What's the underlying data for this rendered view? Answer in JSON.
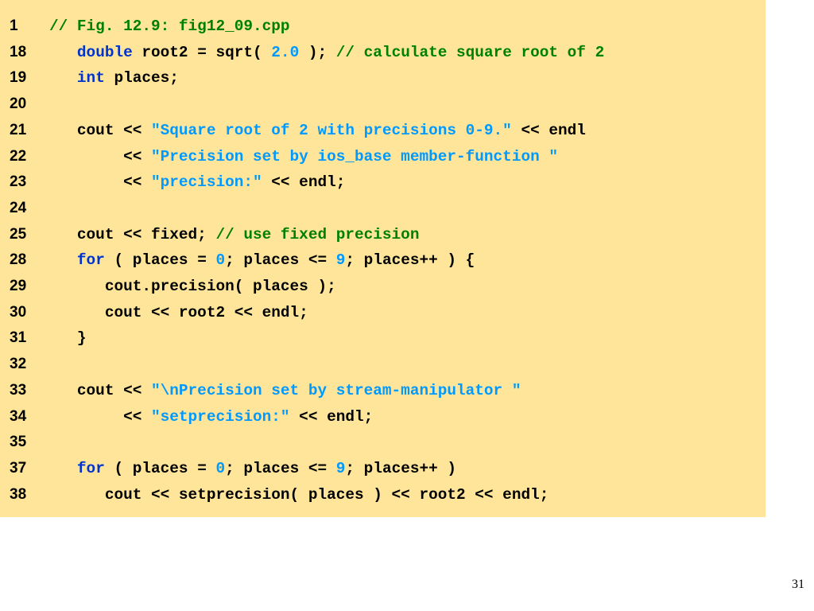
{
  "colors": {
    "background": "#FFE599",
    "keyword": "#0033CC",
    "comment": "#008000",
    "string": "#0099FF",
    "number": "#0099FF"
  },
  "lines": [
    {
      "n": "1",
      "tokens": [
        {
          "t": "// Fig. 12.9: fig12_09.cpp",
          "c": "cm"
        }
      ]
    },
    {
      "n": "18",
      "tokens": [
        {
          "t": "   "
        },
        {
          "t": "double",
          "c": "kw"
        },
        {
          "t": " root2 = sqrt( "
        },
        {
          "t": "2.0",
          "c": "num"
        },
        {
          "t": " ); "
        },
        {
          "t": "// calculate square root of 2",
          "c": "cm"
        }
      ]
    },
    {
      "n": "19",
      "tokens": [
        {
          "t": "   "
        },
        {
          "t": "int",
          "c": "kw"
        },
        {
          "t": " places;"
        }
      ]
    },
    {
      "n": "20",
      "tokens": []
    },
    {
      "n": "21",
      "tokens": [
        {
          "t": "   cout << "
        },
        {
          "t": "\"Square root of 2 with precisions 0-9.\"",
          "c": "str"
        },
        {
          "t": " << endl"
        }
      ]
    },
    {
      "n": "22",
      "tokens": [
        {
          "t": "        << "
        },
        {
          "t": "\"Precision set by ios_base member-function \"",
          "c": "str"
        }
      ]
    },
    {
      "n": "23",
      "tokens": [
        {
          "t": "        << "
        },
        {
          "t": "\"precision:\"",
          "c": "str"
        },
        {
          "t": " << endl;"
        }
      ]
    },
    {
      "n": "24",
      "tokens": []
    },
    {
      "n": "25",
      "tokens": [
        {
          "t": "   cout << fixed; "
        },
        {
          "t": "// use fixed precision",
          "c": "cm"
        }
      ]
    },
    {
      "n": "28",
      "tokens": [
        {
          "t": "   "
        },
        {
          "t": "for",
          "c": "kw"
        },
        {
          "t": " ( places = "
        },
        {
          "t": "0",
          "c": "num"
        },
        {
          "t": "; places <= "
        },
        {
          "t": "9",
          "c": "num"
        },
        {
          "t": "; places++ ) {"
        }
      ]
    },
    {
      "n": "29",
      "tokens": [
        {
          "t": "      cout.precision( places );"
        }
      ]
    },
    {
      "n": "30",
      "tokens": [
        {
          "t": "      cout << root2 << endl;"
        }
      ]
    },
    {
      "n": "31",
      "tokens": [
        {
          "t": "   }"
        }
      ]
    },
    {
      "n": "32",
      "tokens": []
    },
    {
      "n": "33",
      "tokens": [
        {
          "t": "   cout << "
        },
        {
          "t": "\"\\nPrecision set by stream-manipulator \"",
          "c": "str"
        }
      ]
    },
    {
      "n": "34",
      "tokens": [
        {
          "t": "        << "
        },
        {
          "t": "\"setprecision:\"",
          "c": "str"
        },
        {
          "t": " << endl;"
        }
      ]
    },
    {
      "n": "35",
      "tokens": []
    },
    {
      "n": "37",
      "tokens": [
        {
          "t": "   "
        },
        {
          "t": "for",
          "c": "kw"
        },
        {
          "t": " ( places = "
        },
        {
          "t": "0",
          "c": "num"
        },
        {
          "t": "; places <= "
        },
        {
          "t": "9",
          "c": "num"
        },
        {
          "t": "; places++ )"
        }
      ]
    },
    {
      "n": "38",
      "tokens": [
        {
          "t": "      cout << setprecision( places ) << root2 << endl;"
        }
      ]
    }
  ],
  "slide_number": "31"
}
